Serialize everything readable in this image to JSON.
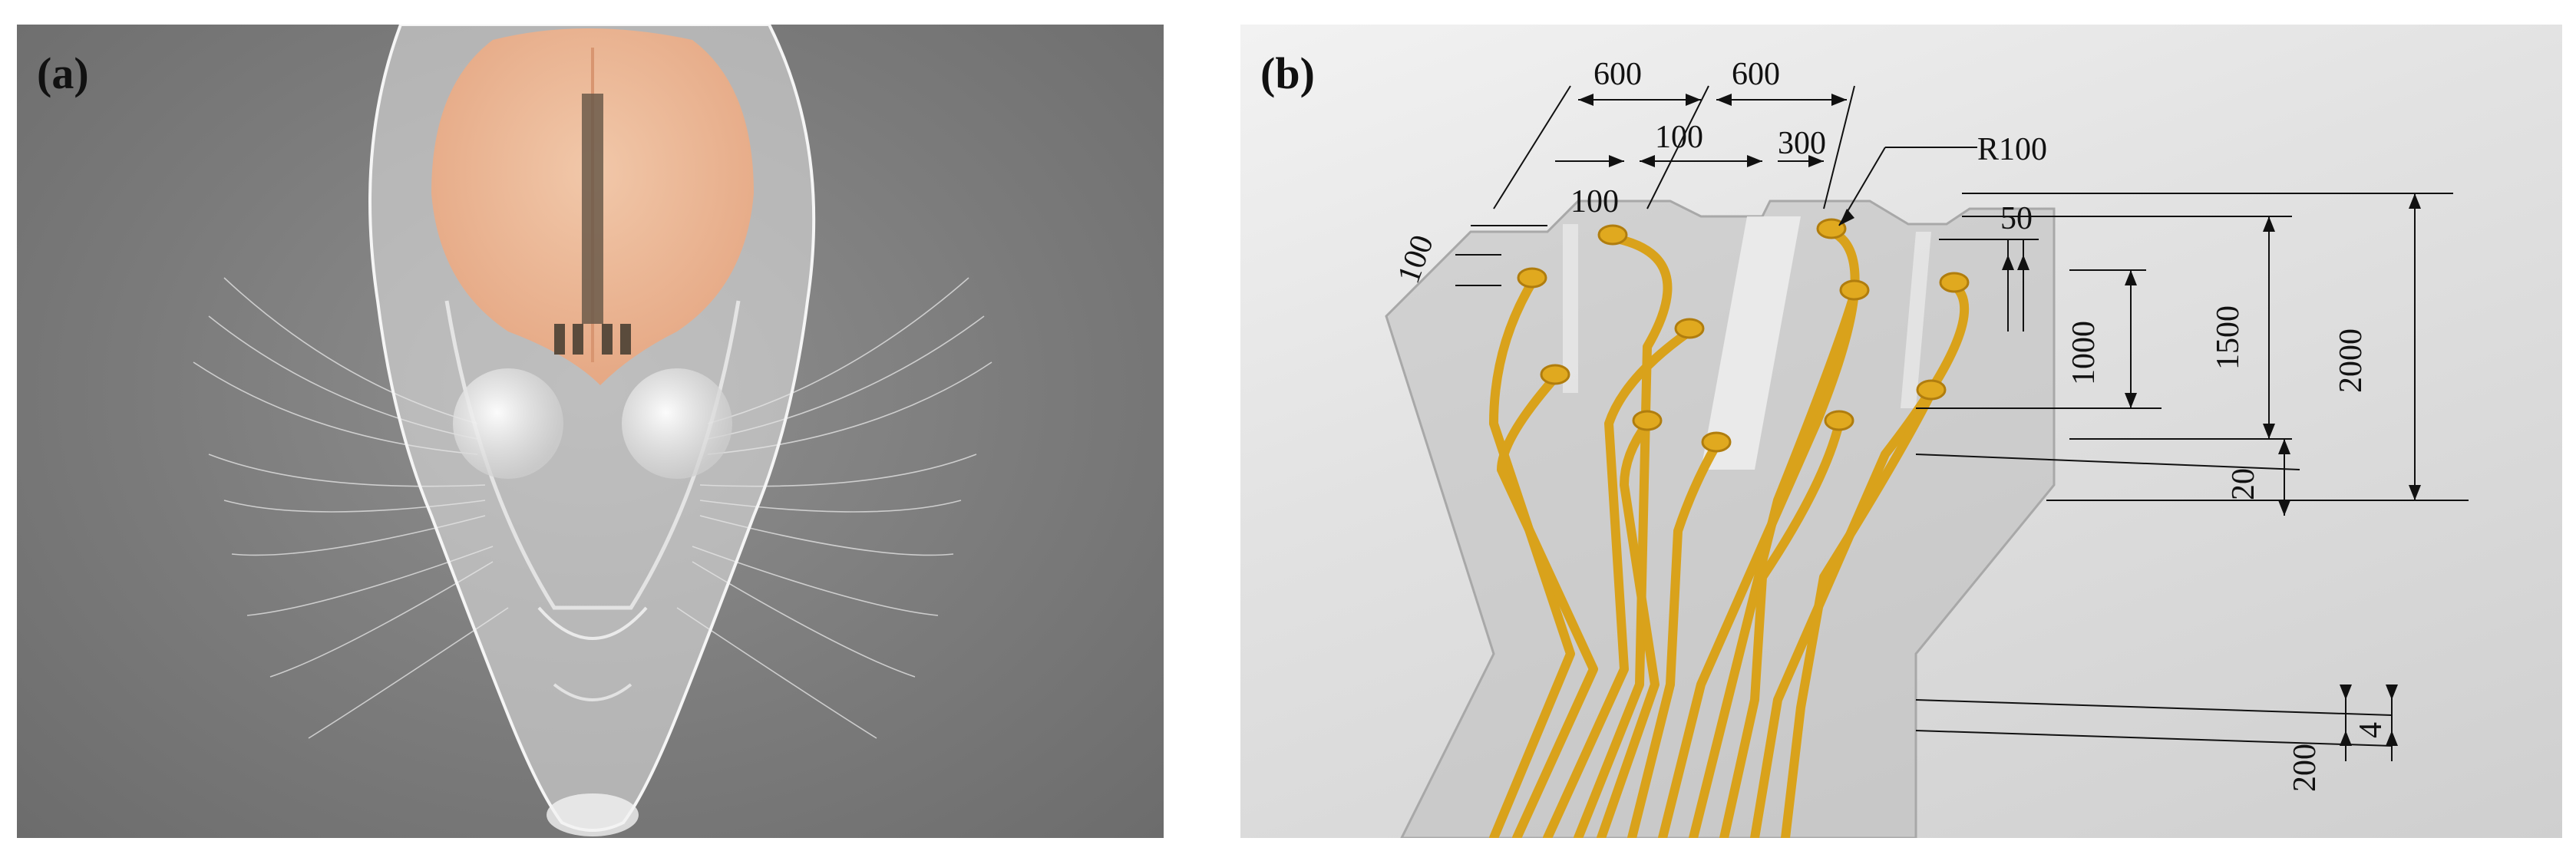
{
  "panels": {
    "a": {
      "label": "(a)"
    },
    "b": {
      "label": "(b)"
    }
  },
  "dimensions": {
    "d600a": "600",
    "d600b": "600",
    "d100a": "100",
    "d300": "300",
    "dR100": "R100",
    "d100b": "100",
    "d50": "50",
    "d100c": "100",
    "d1000": "1000",
    "d1500": "1500",
    "d2000": "2000",
    "d20": "20",
    "d200": "200",
    "d4": "4"
  },
  "colors": {
    "trace": "#d9a21b",
    "pad": "#e0a91f",
    "substrate": "#c9c9c9",
    "brain": "#f0b892",
    "background_a": "#7f7f7f"
  }
}
